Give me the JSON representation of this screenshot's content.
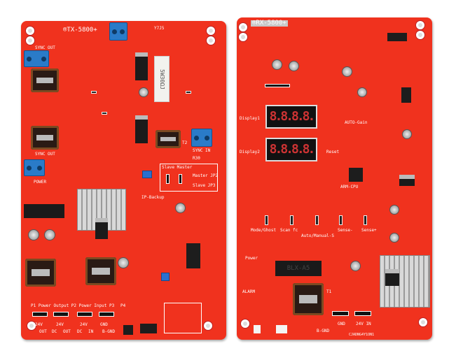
{
  "tx_board": {
    "title": "®TX-5800+",
    "corner_text": "Y7J5",
    "labels": {
      "sync_out_top": "SYNC OUT",
      "sync_out_bottom": "SYNC OUT",
      "sync_in": "SYNC IN",
      "resistor": "5W30ΩJ",
      "r30": "R30",
      "power": "POWER",
      "backup": "IP-Backup",
      "slave_master_1": "Slave Master",
      "master_jp2": "Master JP2",
      "slave_jp3": "Slave JP3",
      "header_row": "P1 Power Output P2 Power Input P3",
      "p4": "P4",
      "v24_1": "24V",
      "v24_2": "24V",
      "v24_3": "24V",
      "out1": "OUT",
      "dc1": "DC",
      "out2": "OUT",
      "dc2": "DC",
      "in": "IN",
      "gnd": "GND",
      "bgnd": "B-GND",
      "t2": "T2"
    }
  },
  "rx_board": {
    "title": "®RX-5800+",
    "display1_label": "Display1",
    "display2_label": "Display2",
    "display1_value": "8.8.8.8.",
    "display2_value": "8.8.8.8.",
    "labels": {
      "auto_gain": "AUTO-Gain",
      "reset": "Reset",
      "arm_cpu": "ARM-CPU",
      "mode_ghost": "Mode/Ghost",
      "scan_fc": "Scan fc",
      "auto_manual": "Auto/Manual-S",
      "sense_minus": "Sense-",
      "sense_plus": "Sense+",
      "power": "Power",
      "alarm": "ALARM",
      "relay": "BLX-A5",
      "t1": "T1",
      "bgnd": "B-GND",
      "gnd": "GND",
      "v24_in": "24V IN",
      "bottom_code": "CJADNG4Y1ON1"
    }
  },
  "colors": {
    "pcb": "#f0321e",
    "terminal": "#2a7bc8",
    "display_segments": "#c33"
  }
}
